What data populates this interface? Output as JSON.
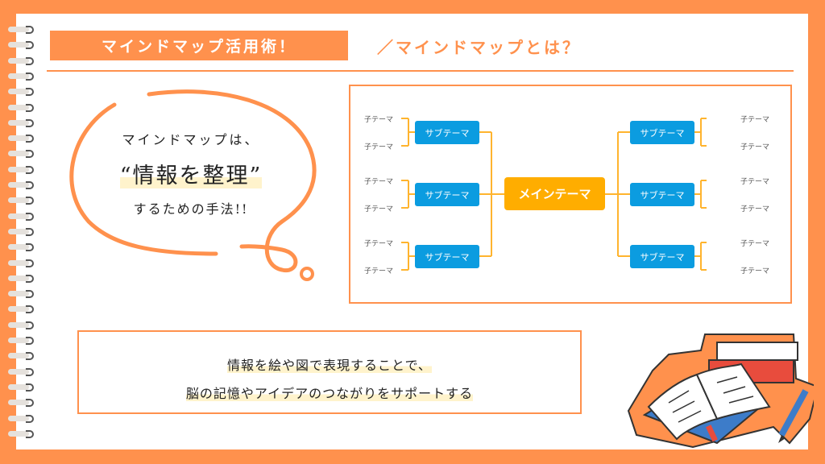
{
  "header": {
    "title": "マインドマップ活用術！",
    "subtitle": "／マインドマップとは？"
  },
  "bubble": {
    "line1": "マインドマップは、",
    "line2": "“情報を整理”",
    "line3": "するための手法!!"
  },
  "mindmap": {
    "main": "メインテーマ",
    "left": [
      {
        "label": "サブテーマ",
        "children": [
          "子テーマ",
          "子テーマ"
        ]
      },
      {
        "label": "サブテーマ",
        "children": [
          "子テーマ",
          "子テーマ"
        ]
      },
      {
        "label": "サブテーマ",
        "children": [
          "子テーマ",
          "子テーマ"
        ]
      }
    ],
    "right": [
      {
        "label": "サブテーマ",
        "children": [
          "子テーマ",
          "子テーマ"
        ]
      },
      {
        "label": "サブテーマ",
        "children": [
          "子テーマ",
          "子テーマ"
        ]
      },
      {
        "label": "サブテーマ",
        "children": [
          "子テーマ",
          "子テーマ"
        ]
      }
    ]
  },
  "message": {
    "line1": "情報を絵や図で表現することで、",
    "line2": "脳の記憶やアイデアのつながりをサポートする"
  },
  "colors": {
    "accent": "#ff914d",
    "sub": "#0b9ce0",
    "main": "#ffad00",
    "highlight": "#fff3cc"
  }
}
